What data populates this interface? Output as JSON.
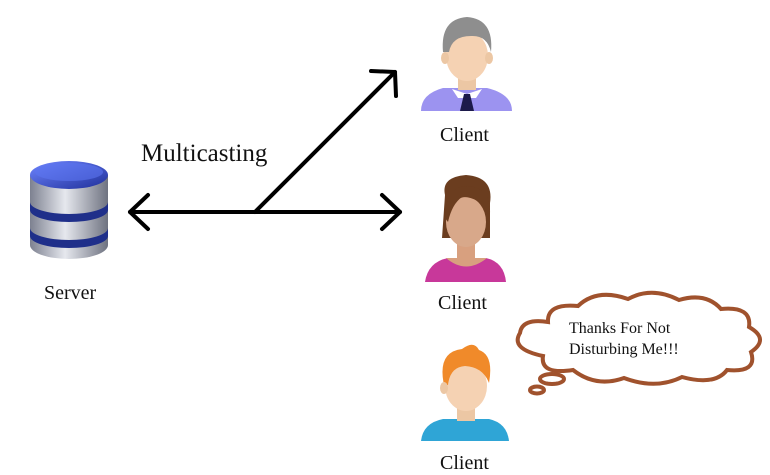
{
  "server": {
    "label": "Server",
    "icon": "database-server-icon",
    "colors": {
      "top": "#3a4fbf",
      "band": "#1f2f8a",
      "body": "#c9ccd3"
    }
  },
  "connection": {
    "label": "Multicasting",
    "color": "#000000"
  },
  "clients": [
    {
      "label": "Client",
      "avatar": "businessman-avatar-icon",
      "shirt_color": "#9c93f0",
      "hair_color": "#8e8e8e"
    },
    {
      "label": "Client",
      "avatar": "woman-avatar-icon",
      "shirt_color": "#c8389a",
      "hair_color": "#6b3d1f"
    },
    {
      "label": "Client",
      "avatar": "young-man-avatar-icon",
      "shirt_color": "#2fa5d6",
      "hair_color": "#f08a2a"
    }
  ],
  "speech_bubble": {
    "lines": [
      "Thanks For Not",
      "Disturbing Me!!!"
    ],
    "outline_color": "#a0522d",
    "fill_color": "#ffffff"
  }
}
